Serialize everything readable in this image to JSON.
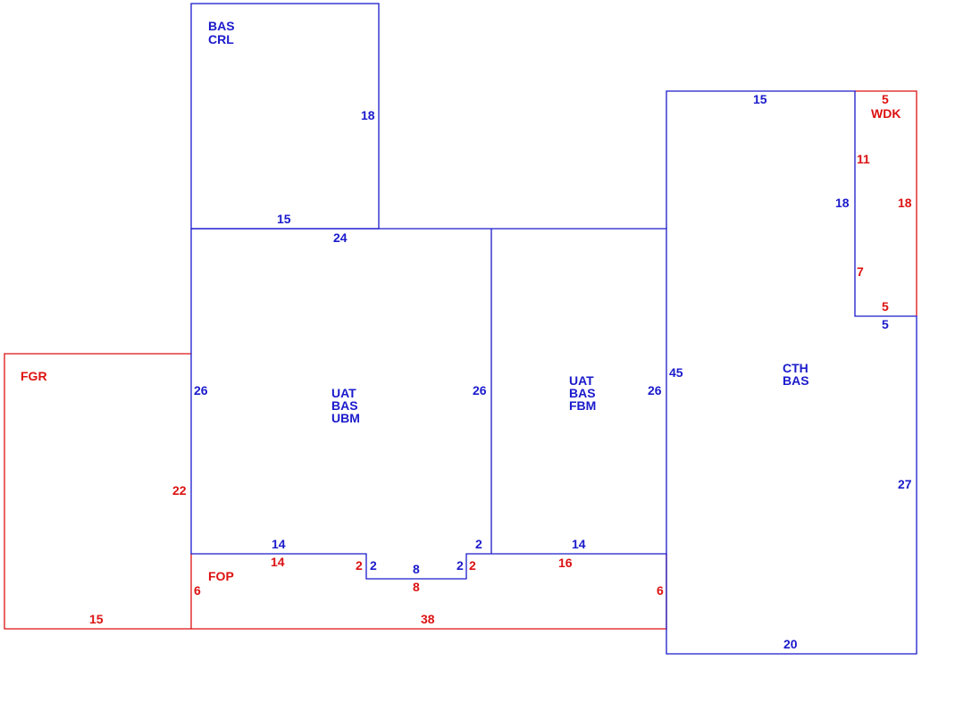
{
  "colors": {
    "building": "#1a1acc",
    "porch": "#dd1111",
    "background": "#ffffff"
  },
  "areas": {
    "crl": {
      "codes": [
        "BAS",
        "CRL"
      ],
      "dims": {
        "top": "",
        "right": "18",
        "bottom": "15"
      }
    },
    "ubm": {
      "codes": [
        "UAT",
        "BAS",
        "UBM"
      ],
      "dims": {
        "top": "24",
        "left": "26",
        "right": "26",
        "bottom_left": "14",
        "notch_left": "2",
        "notch_bottom": "8",
        "notch_right": "2",
        "right_step": "2"
      }
    },
    "fbm": {
      "codes": [
        "UAT",
        "BAS",
        "FBM"
      ],
      "dims": {
        "right": "26",
        "bottom": "14"
      }
    },
    "cth": {
      "codes": [
        "CTH",
        "BAS"
      ],
      "dims": {
        "top": "15",
        "left": "45",
        "inner_left": "18",
        "step": "5",
        "right": "27",
        "bottom": "20"
      }
    },
    "wdk": {
      "code": "WDK",
      "dims": {
        "top": "5",
        "upper_left": "11",
        "lower_left": "7",
        "right": "18",
        "bottom": "5"
      }
    },
    "fgr": {
      "code": "FGR",
      "dims": {
        "right": "22",
        "bottom": "15"
      }
    },
    "fop": {
      "code": "FOP",
      "dims": {
        "left": "6",
        "right": "6",
        "bottom": "38",
        "top_left": "14",
        "notch_left": "2",
        "notch_bottom": "8",
        "notch_right": "2",
        "top_right": "16"
      }
    }
  }
}
